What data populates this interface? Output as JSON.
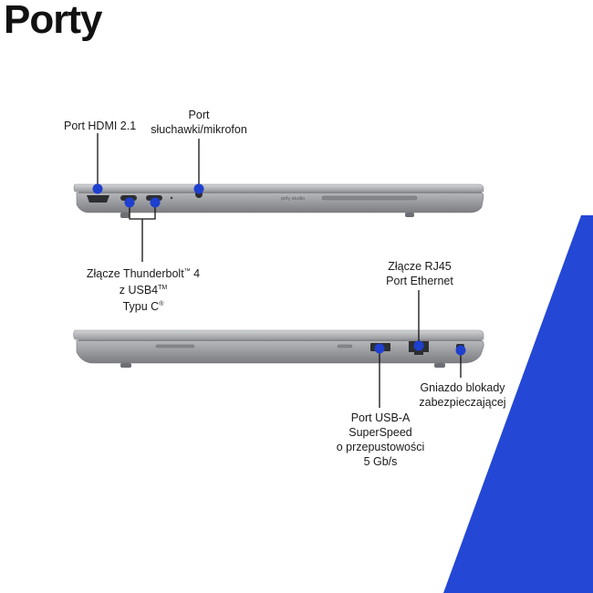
{
  "page": {
    "title": "Porty"
  },
  "brand": {
    "logo_text": "poly studio"
  },
  "colors": {
    "accent": "#2447d6",
    "connector": "#1f3fcf",
    "chassis": "#9c9da1",
    "chassis_dark": "#6f7074",
    "chassis_light": "#c9cacd"
  },
  "callouts": {
    "hdmi": {
      "line1": "Port HDMI 2.1"
    },
    "headphone": {
      "line1": "Port",
      "line2": "słuchawki/mikrofon"
    },
    "thunderbolt": {
      "line1": "Złącze Thunderbolt",
      "line1_sup": "™",
      "line1_end": " 4",
      "line2": "z USB4",
      "line2_sup": "TM",
      "line3": "Typu C",
      "line3_sup": "®"
    },
    "rj45": {
      "line1": "Złącze RJ45",
      "line2": "Port Ethernet"
    },
    "lock": {
      "line1": "Gniazdo blokady",
      "line2": "zabezpieczającej"
    },
    "usba": {
      "line1": "Port USB-A",
      "line2": "SuperSpeed",
      "line3": "o przepustowości",
      "line4": "5 Gb/s"
    }
  }
}
